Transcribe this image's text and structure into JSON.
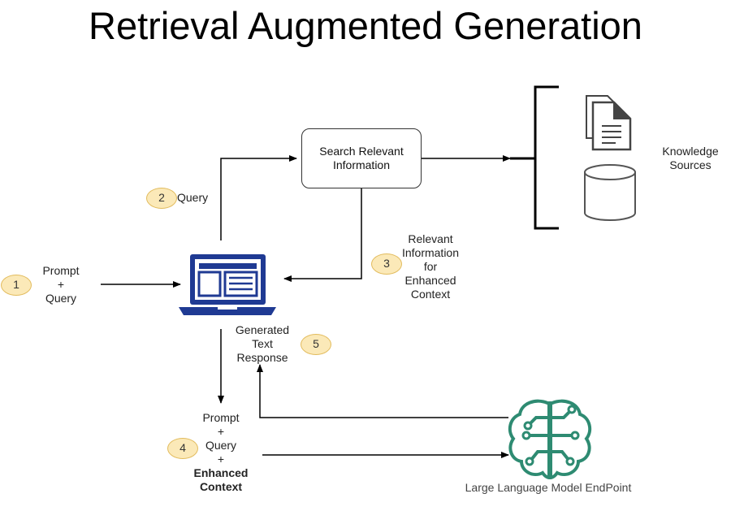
{
  "title": "Retrieval Augmented Generation",
  "search_box": {
    "line1": "Search Relevant",
    "line2": "Information"
  },
  "knowledge": {
    "line1": "Knowledge",
    "line2": "Sources"
  },
  "step1": {
    "badge": "1",
    "line1": "Prompt",
    "line2": "+",
    "line3": "Query"
  },
  "step2": {
    "badge": "2",
    "label": "Query"
  },
  "step3": {
    "badge": "3",
    "line1": "Relevant",
    "line2": "Information",
    "line3": "for",
    "line4": "Enhanced",
    "line5": "Context"
  },
  "step4": {
    "badge": "4",
    "line1": "Prompt",
    "line2": "+",
    "line3": "Query",
    "line4": "+",
    "line5": "Enhanced",
    "line6": "Context"
  },
  "step5": {
    "badge": "5",
    "line1": "Generated",
    "line2": "Text",
    "line3": "Response"
  },
  "llm": {
    "label": "Large Language Model EndPoint"
  },
  "colors": {
    "laptop": "#1f3a93",
    "brain": "#2e8b72",
    "badge_fill": "#fbe9b8",
    "badge_border": "#e2bb5c"
  },
  "icons": [
    "documents-icon",
    "database-icon",
    "laptop-icon",
    "brain-circuit-icon"
  ]
}
